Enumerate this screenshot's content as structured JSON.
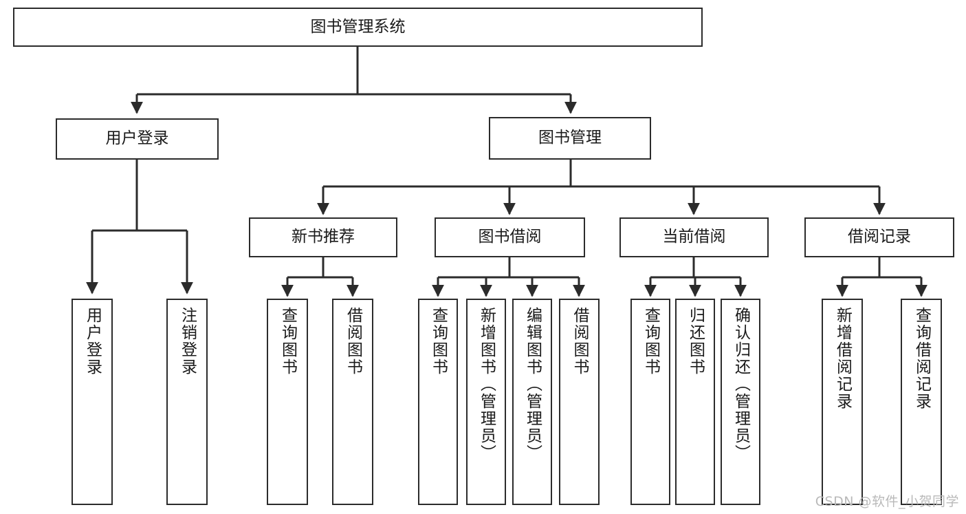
{
  "diagram": {
    "title": "图书管理系统",
    "type": "tree-hierarchy",
    "watermark": "CSDN @软件_小贺同学",
    "colors": {
      "stroke": "#2b2b2b",
      "fill": "#ffffff",
      "text": "#1a1a1a",
      "watermark": "#b9b9b9"
    },
    "nodes": {
      "root": {
        "label": "图书管理系统",
        "level": 0
      },
      "level1": [
        {
          "id": "user-login",
          "label": "用户登录"
        },
        {
          "id": "book-manage",
          "label": "图书管理"
        }
      ],
      "level2": [
        {
          "id": "new-book-rec",
          "label": "新书推荐"
        },
        {
          "id": "book-borrow",
          "label": "图书借阅"
        },
        {
          "id": "current-borrow",
          "label": "当前借阅"
        },
        {
          "id": "borrow-record",
          "label": "借阅记录"
        }
      ],
      "leaves": {
        "user-login": [
          {
            "id": "leaf-user-login",
            "label": "用户登录"
          },
          {
            "id": "leaf-logout",
            "label": "注销登录"
          }
        ],
        "new-book-rec": [
          {
            "id": "leaf-query-book-1",
            "label": "查询图书"
          },
          {
            "id": "leaf-borrow-book-1",
            "label": "借阅图书"
          }
        ],
        "book-borrow": [
          {
            "id": "leaf-query-book-2",
            "label": "查询图书"
          },
          {
            "id": "leaf-add-book",
            "label": "新增图书（管理员）"
          },
          {
            "id": "leaf-edit-book",
            "label": "编辑图书（管理员）"
          },
          {
            "id": "leaf-borrow-book-2",
            "label": "借阅图书"
          }
        ],
        "current-borrow": [
          {
            "id": "leaf-query-book-3",
            "label": "查询图书"
          },
          {
            "id": "leaf-return-book",
            "label": "归还图书"
          },
          {
            "id": "leaf-confirm-return",
            "label": "确认归还（管理员）"
          }
        ],
        "borrow-record": [
          {
            "id": "leaf-add-record",
            "label": "新增借阅记录"
          },
          {
            "id": "leaf-query-record",
            "label": "查询借阅记录"
          }
        ]
      }
    }
  }
}
